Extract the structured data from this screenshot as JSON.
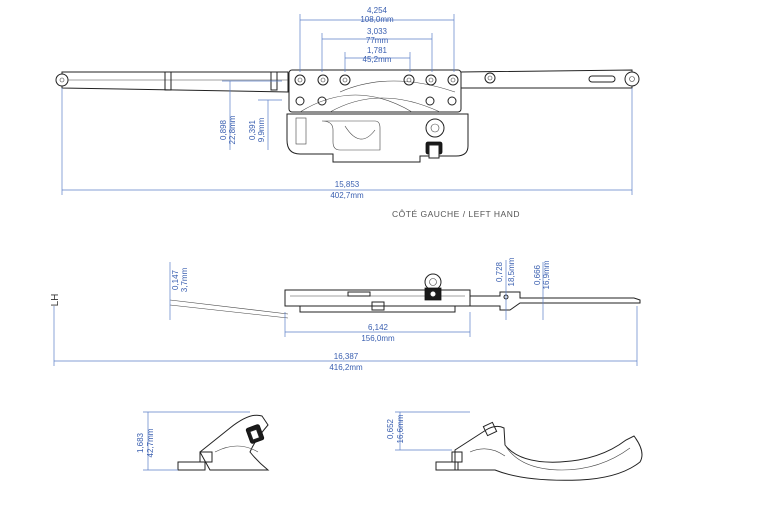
{
  "caption": "CÔTÉ GAUCHE / LEFT HAND",
  "side_label": "LH",
  "dimensions": {
    "top_overall": {
      "inch": "4,254",
      "mm": "108,0mm"
    },
    "top_mid": {
      "inch": "3,033",
      "mm": "77mm"
    },
    "top_inner": {
      "inch": "1,781",
      "mm": "45,2mm"
    },
    "left_height": {
      "inch": "0,898",
      "mm": "22,8mm"
    },
    "left_offset": {
      "inch": "0,391",
      "mm": "9,9mm"
    },
    "plan_length": {
      "inch": "15,853",
      "mm": "402,7mm"
    },
    "arm_drop": {
      "inch": "0,147",
      "mm": "3,7mm"
    },
    "right_drop1": {
      "inch": "0,728",
      "mm": "18,5mm"
    },
    "right_drop2": {
      "inch": "0,666",
      "mm": "16,9mm"
    },
    "base_length": {
      "inch": "6,142",
      "mm": "156,0mm"
    },
    "side_length": {
      "inch": "16,387",
      "mm": "416,2mm"
    },
    "end_left_h": {
      "inch": "1,683",
      "mm": "42,7mm"
    },
    "end_right_h": {
      "inch": "0,652",
      "mm": "16,6mm"
    }
  },
  "colors": {
    "dimension": "#3a5fb0",
    "outline": "#222222"
  }
}
